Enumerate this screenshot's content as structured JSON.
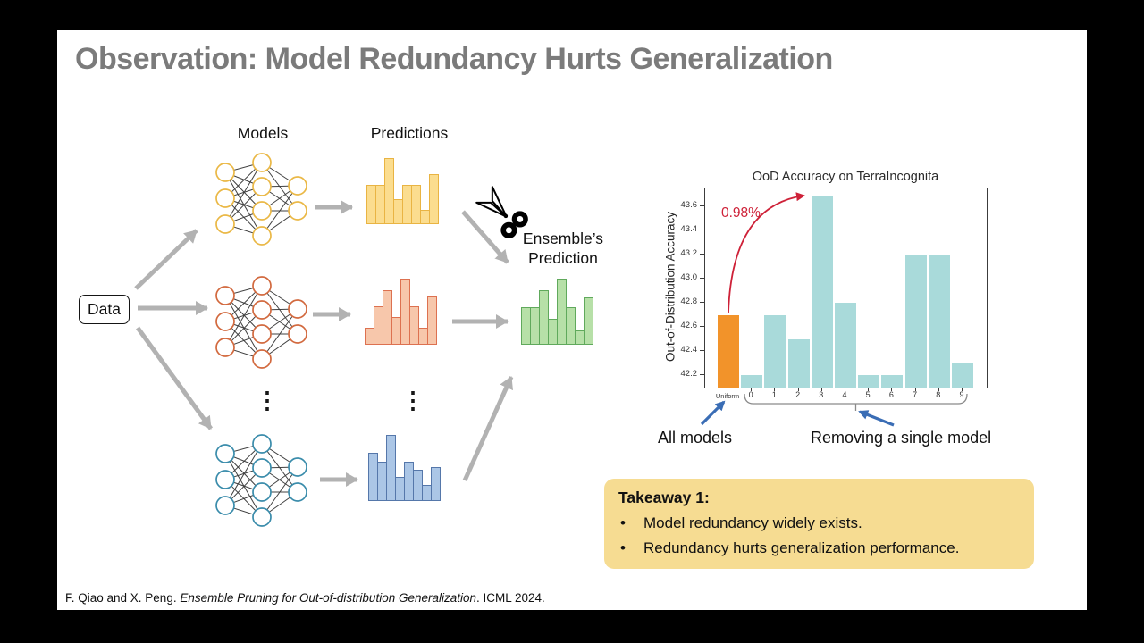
{
  "title": "Observation: Model Redundancy Hurts Generalization",
  "diagram": {
    "data_label": "Data",
    "models_label": "Models",
    "predictions_label": "Predictions",
    "ensemble_label_line1": "Ensemble’s",
    "ensemble_label_line2": "Prediction",
    "histograms": {
      "yellow": {
        "fill": "#fbdd8f",
        "stroke": "#e9b443",
        "values": [
          0.59,
          0.59,
          1.0,
          0.38,
          0.59,
          0.59,
          0.22,
          0.75
        ]
      },
      "orange": {
        "fill": "#f7c7ab",
        "stroke": "#dd7150",
        "values": [
          0.26,
          0.58,
          0.82,
          0.42,
          1.0,
          0.58,
          0.26,
          0.73
        ]
      },
      "blue": {
        "fill": "#abc6e6",
        "stroke": "#5577aa",
        "values": [
          0.73,
          0.6,
          1.0,
          0.37,
          0.6,
          0.47,
          0.24,
          0.51
        ]
      },
      "green": {
        "fill": "#b7e0a8",
        "stroke": "#60a95c",
        "values": [
          0.57,
          0.57,
          0.83,
          0.39,
          1.0,
          0.57,
          0.22,
          0.72
        ]
      }
    }
  },
  "icons": {
    "dots": "⋮",
    "scissors": "scissors"
  },
  "chart_data": {
    "type": "bar",
    "title": "OoD Accuracy on TerraIncognita",
    "ylabel": "Out-of-Distribution Accuracy",
    "xlabel": "",
    "categories": [
      "Uniform",
      "0",
      "1",
      "2",
      "3",
      "4",
      "5",
      "6",
      "7",
      "8",
      "9"
    ],
    "values": [
      42.7,
      42.2,
      42.7,
      42.5,
      43.68,
      42.8,
      42.2,
      42.2,
      43.2,
      43.2,
      42.3
    ],
    "ylim": [
      42.1,
      43.75
    ],
    "ytick_labels": [
      "42.2",
      "42.4",
      "42.6",
      "42.8",
      "43.0",
      "43.2",
      "43.4",
      "43.6"
    ],
    "bar_color": "#a9dada",
    "highlight_color": "#f2932a",
    "grid": false,
    "legend": "none",
    "annotation": {
      "text": "0.98%",
      "color": "#ce2138",
      "meaning": "gap between Uniform (42.7) and best single-model-removed ensemble (43.68)"
    }
  },
  "chart_callouts": {
    "all_models": "All models",
    "removing_single": "Removing a single model"
  },
  "takeaway": {
    "title": "Takeaway 1:",
    "bullet_char": "•",
    "bullets": [
      "Model redundancy widely exists.",
      "Redundancy hurts generalization performance."
    ]
  },
  "citation": {
    "prefix": "F. Qiao and X. Peng. ",
    "italic": "Ensemble Pruning for Out-of-distribution Generalization",
    "suffix": ". ICML 2024."
  },
  "colors": {
    "flow_arrow": "#b2b2b2",
    "pointer_blue": "#3a6db5",
    "annotation_red": "#ce2138",
    "net_yellow": "#eab846",
    "net_orange": "#d2693e",
    "net_blue": "#3a8cab",
    "takeaway_bg": "#f6dc92",
    "title_gray": "#7b7b7b"
  }
}
